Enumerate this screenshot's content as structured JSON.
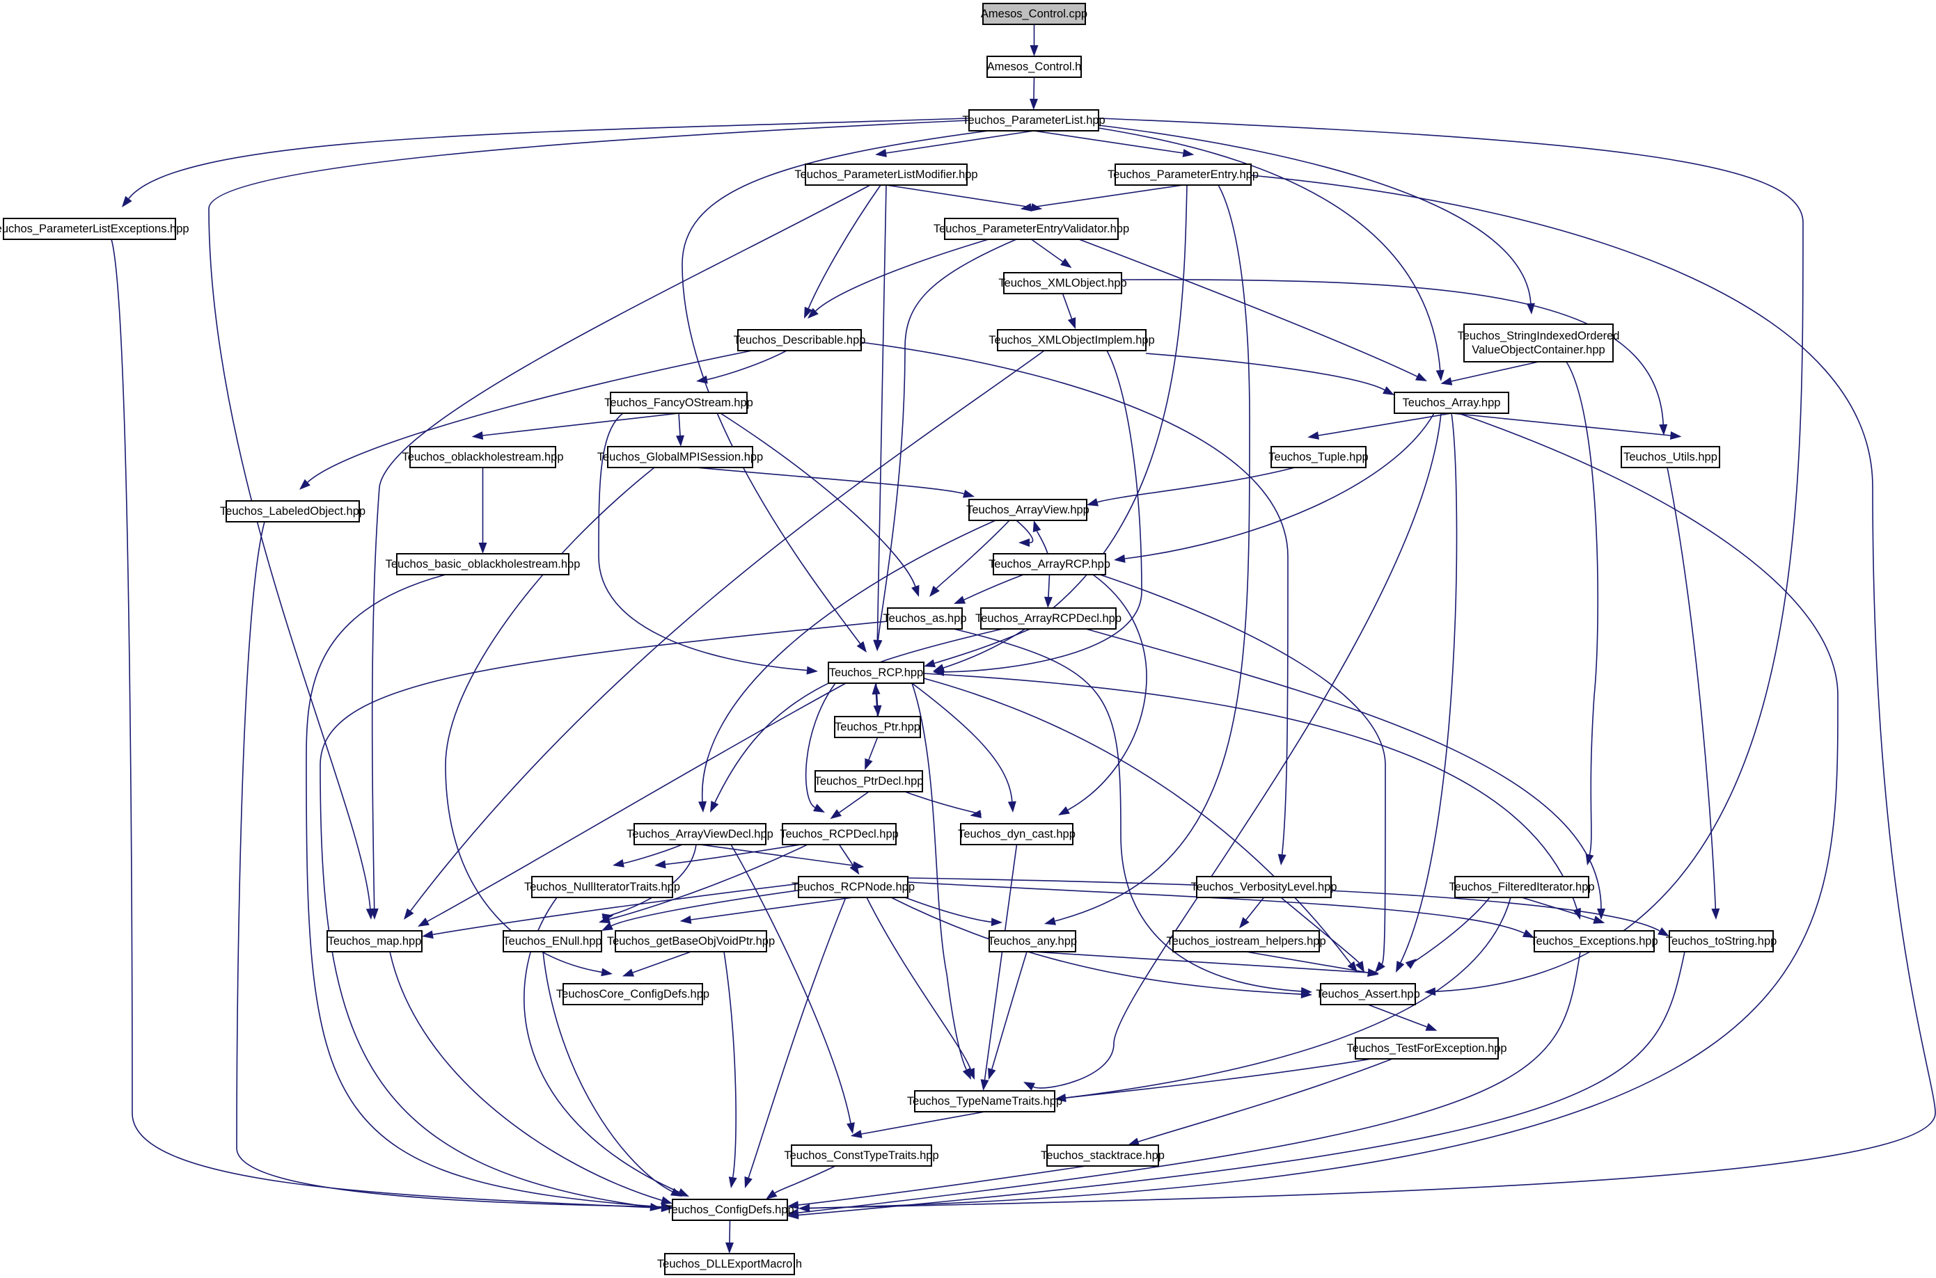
{
  "colors": {
    "edge": "#191970",
    "root_fill": "#bfbfbf",
    "node_fill": "#ffffff",
    "node_border": "#000000"
  },
  "nodes": [
    {
      "id": "control_cpp",
      "label": "Amesos_Control.cpp",
      "root": true
    },
    {
      "id": "control_h",
      "label": "Amesos_Control.h"
    },
    {
      "id": "plist",
      "label": "Teuchos_ParameterList.hpp"
    },
    {
      "id": "plexc",
      "label": "Teuchos_ParameterListExceptions.hpp"
    },
    {
      "id": "plmod",
      "label": "Teuchos_ParameterListModifier.hpp"
    },
    {
      "id": "pentry",
      "label": "Teuchos_ParameterEntry.hpp"
    },
    {
      "id": "pev",
      "label": "Teuchos_ParameterEntryValidator.hpp"
    },
    {
      "id": "xmlobj",
      "label": "Teuchos_XMLObject.hpp"
    },
    {
      "id": "xmlimpl",
      "label": "Teuchos_XMLObjectImplem.hpp"
    },
    {
      "id": "describable",
      "label": "Teuchos_Describable.hpp"
    },
    {
      "id": "strindexed",
      "label": [
        "Teuchos_StringIndexedOrdered",
        "ValueObjectContainer.hpp"
      ]
    },
    {
      "id": "fancy",
      "label": "Teuchos_FancyOStream.hpp"
    },
    {
      "id": "array",
      "label": "Teuchos_Array.hpp"
    },
    {
      "id": "oblack",
      "label": "Teuchos_oblackholestream.hpp"
    },
    {
      "id": "gmpi",
      "label": "Teuchos_GlobalMPISession.hpp"
    },
    {
      "id": "tuple",
      "label": "Teuchos_Tuple.hpp"
    },
    {
      "id": "utils",
      "label": "Teuchos_Utils.hpp"
    },
    {
      "id": "labeled",
      "label": "Teuchos_LabeledObject.hpp"
    },
    {
      "id": "arrayview",
      "label": "Teuchos_ArrayView.hpp"
    },
    {
      "id": "basicoblack",
      "label": "Teuchos_basic_oblackholestream.hpp"
    },
    {
      "id": "arrayrcp",
      "label": "Teuchos_ArrayRCP.hpp"
    },
    {
      "id": "as",
      "label": "Teuchos_as.hpp"
    },
    {
      "id": "arrayrcpdecl",
      "label": "Teuchos_ArrayRCPDecl.hpp"
    },
    {
      "id": "rcp",
      "label": "Teuchos_RCP.hpp"
    },
    {
      "id": "ptr",
      "label": "Teuchos_Ptr.hpp"
    },
    {
      "id": "ptrdecl",
      "label": "Teuchos_PtrDecl.hpp"
    },
    {
      "id": "avdecl",
      "label": "Teuchos_ArrayViewDecl.hpp"
    },
    {
      "id": "rcpdecl",
      "label": "Teuchos_RCPDecl.hpp"
    },
    {
      "id": "dyncast",
      "label": "Teuchos_dyn_cast.hpp"
    },
    {
      "id": "nullit",
      "label": "Teuchos_NullIteratorTraits.hpp"
    },
    {
      "id": "rcpnode",
      "label": "Teuchos_RCPNode.hpp"
    },
    {
      "id": "verb",
      "label": "Teuchos_VerbosityLevel.hpp"
    },
    {
      "id": "filtered",
      "label": "Teuchos_FilteredIterator.hpp"
    },
    {
      "id": "map",
      "label": "Teuchos_map.hpp"
    },
    {
      "id": "enull",
      "label": "Teuchos_ENull.hpp"
    },
    {
      "id": "getbase",
      "label": "Teuchos_getBaseObjVoidPtr.hpp"
    },
    {
      "id": "any",
      "label": "Teuchos_any.hpp"
    },
    {
      "id": "iostream",
      "label": "Teuchos_iostream_helpers.hpp"
    },
    {
      "id": "exceptions",
      "label": "Teuchos_Exceptions.hpp"
    },
    {
      "id": "tostring",
      "label": "Teuchos_toString.hpp"
    },
    {
      "id": "coreconfig",
      "label": "TeuchosCore_ConfigDefs.hpp"
    },
    {
      "id": "assert",
      "label": "Teuchos_Assert.hpp"
    },
    {
      "id": "testfor",
      "label": "Teuchos_TestForException.hpp"
    },
    {
      "id": "typename",
      "label": "Teuchos_TypeNameTraits.hpp"
    },
    {
      "id": "consttype",
      "label": "Teuchos_ConstTypeTraits.hpp"
    },
    {
      "id": "stacktrace",
      "label": "Teuchos_stacktrace.hpp"
    },
    {
      "id": "configdefs",
      "label": "Teuchos_ConfigDefs.hpp"
    },
    {
      "id": "dllexport",
      "label": "Teuchos_DLLExportMacro.h"
    }
  ],
  "edges": [
    [
      "control_cpp",
      "control_h"
    ],
    [
      "control_h",
      "plist"
    ],
    [
      "plist",
      "plexc"
    ],
    [
      "plist",
      "plmod"
    ],
    [
      "plist",
      "pentry"
    ],
    [
      "plist",
      "map"
    ],
    [
      "plist",
      "rcp"
    ],
    [
      "plist",
      "array"
    ],
    [
      "plist",
      "strindexed"
    ],
    [
      "plist",
      "assert"
    ],
    [
      "plexc",
      "configdefs"
    ],
    [
      "plmod",
      "pev"
    ],
    [
      "plmod",
      "describable"
    ],
    [
      "plmod",
      "rcp"
    ],
    [
      "plmod",
      "map"
    ],
    [
      "pentry",
      "pev"
    ],
    [
      "pentry",
      "rcp"
    ],
    [
      "pentry",
      "any"
    ],
    [
      "pentry",
      "configdefs"
    ],
    [
      "pev",
      "xmlobj"
    ],
    [
      "pev",
      "describable"
    ],
    [
      "pev",
      "rcp"
    ],
    [
      "pev",
      "array"
    ],
    [
      "xmlobj",
      "xmlimpl"
    ],
    [
      "xmlobj",
      "utils"
    ],
    [
      "xmlimpl",
      "array"
    ],
    [
      "xmlimpl",
      "map"
    ],
    [
      "xmlimpl",
      "rcp"
    ],
    [
      "describable",
      "fancy"
    ],
    [
      "describable",
      "labeled"
    ],
    [
      "describable",
      "verb"
    ],
    [
      "strindexed",
      "array"
    ],
    [
      "strindexed",
      "filtered"
    ],
    [
      "fancy",
      "oblack"
    ],
    [
      "fancy",
      "gmpi"
    ],
    [
      "fancy",
      "as"
    ],
    [
      "fancy",
      "rcp"
    ],
    [
      "oblack",
      "basicoblack"
    ],
    [
      "basicoblack",
      "configdefs"
    ],
    [
      "labeled",
      "configdefs"
    ],
    [
      "gmpi",
      "arrayview"
    ],
    [
      "gmpi",
      "coreconfig"
    ],
    [
      "array",
      "tuple"
    ],
    [
      "array",
      "utils"
    ],
    [
      "array",
      "arrayrcp"
    ],
    [
      "array",
      "assert"
    ],
    [
      "array",
      "typename"
    ],
    [
      "array",
      "configdefs"
    ],
    [
      "tuple",
      "arrayview"
    ],
    [
      "utils",
      "tostring"
    ],
    [
      "arrayview",
      "arrayrcp"
    ],
    [
      "arrayview",
      "as"
    ],
    [
      "arrayview",
      "avdecl"
    ],
    [
      "arrayrcp",
      "arrayview"
    ],
    [
      "arrayrcp",
      "as"
    ],
    [
      "arrayrcp",
      "arrayrcpdecl"
    ],
    [
      "arrayrcp",
      "assert"
    ],
    [
      "arrayrcp",
      "dyncast"
    ],
    [
      "as",
      "configdefs"
    ],
    [
      "as",
      "assert"
    ],
    [
      "arrayrcpdecl",
      "rcp"
    ],
    [
      "arrayrcpdecl",
      "avdecl"
    ],
    [
      "arrayrcpdecl",
      "exceptions"
    ],
    [
      "rcp",
      "ptr"
    ],
    [
      "rcp",
      "rcpdecl"
    ],
    [
      "rcp",
      "dyncast"
    ],
    [
      "rcp",
      "map"
    ],
    [
      "rcp",
      "assert"
    ],
    [
      "rcp",
      "exceptions"
    ],
    [
      "rcp",
      "typename"
    ],
    [
      "ptr",
      "rcp"
    ],
    [
      "ptr",
      "ptrdecl"
    ],
    [
      "ptrdecl",
      "rcpdecl"
    ],
    [
      "ptrdecl",
      "dyncast"
    ],
    [
      "rcpdecl",
      "rcpnode"
    ],
    [
      "rcpdecl",
      "nullit"
    ],
    [
      "rcpdecl",
      "enull"
    ],
    [
      "avdecl",
      "rcpnode"
    ],
    [
      "avdecl",
      "nullit"
    ],
    [
      "avdecl",
      "enull"
    ],
    [
      "avdecl",
      "consttype"
    ],
    [
      "dyncast",
      "typename"
    ],
    [
      "nullit",
      "configdefs"
    ],
    [
      "rcpnode",
      "map"
    ],
    [
      "rcpnode",
      "enull"
    ],
    [
      "rcpnode",
      "getbase"
    ],
    [
      "rcpnode",
      "any"
    ],
    [
      "rcpnode",
      "assert"
    ],
    [
      "rcpnode",
      "exceptions"
    ],
    [
      "rcpnode",
      "tostring"
    ],
    [
      "rcpnode",
      "typename"
    ],
    [
      "rcpnode",
      "configdefs"
    ],
    [
      "verb",
      "iostream"
    ],
    [
      "verb",
      "assert"
    ],
    [
      "filtered",
      "assert"
    ],
    [
      "filtered",
      "exceptions"
    ],
    [
      "filtered",
      "typename"
    ],
    [
      "map",
      "configdefs"
    ],
    [
      "enull",
      "configdefs"
    ],
    [
      "getbase",
      "coreconfig"
    ],
    [
      "getbase",
      "configdefs"
    ],
    [
      "any",
      "assert"
    ],
    [
      "any",
      "typename"
    ],
    [
      "iostream",
      "assert"
    ],
    [
      "exceptions",
      "configdefs"
    ],
    [
      "tostring",
      "configdefs"
    ],
    [
      "assert",
      "testfor"
    ],
    [
      "testfor",
      "typename"
    ],
    [
      "testfor",
      "stacktrace"
    ],
    [
      "typename",
      "consttype"
    ],
    [
      "consttype",
      "configdefs"
    ],
    [
      "stacktrace",
      "configdefs"
    ],
    [
      "configdefs",
      "dllexport"
    ]
  ]
}
